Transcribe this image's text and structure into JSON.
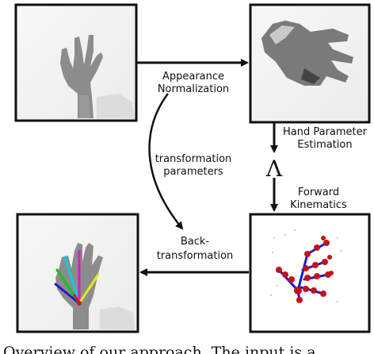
{
  "diagram": {
    "labels": {
      "appearance_normalization_line1": "Appearance",
      "appearance_normalization_line2": "Normalization",
      "hand_parameter_estimation_line1": "Hand Parameter",
      "hand_parameter_estimation_line2": "Estimation",
      "lambda_symbol": "Λ",
      "forward_kinematics_line1": "Forward",
      "forward_kinematics_line2": "Kinematics",
      "transformation_parameters_line1": "transformation",
      "transformation_parameters_line2": "parameters",
      "back_transformation_line1": "Back-",
      "back_transformation_line2": "transformation"
    },
    "caption_fragment": "Overview of our approach. The input is a"
  },
  "colors": {
    "frame": "#111111",
    "depth_background": "#f3f3f3",
    "hand_gray": "#8c8c8c",
    "joint_red": "#c0141a",
    "bone_blue": "#1a1ad8"
  }
}
